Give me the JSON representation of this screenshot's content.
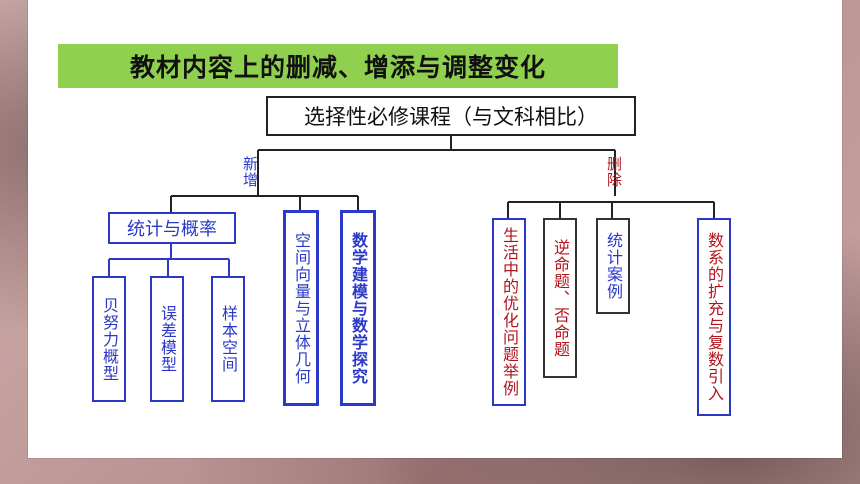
{
  "title": "教材内容上的删减、增添与调整变化",
  "root": "选择性必修课程（与文科相比）",
  "left_branch": {
    "label": "新增",
    "group": {
      "label": "统计与概率",
      "children": [
        "贝努力概型",
        "误差模型",
        "样本空间"
      ]
    },
    "items": [
      "空间向量与立体几何",
      "数学建模与数学探究"
    ]
  },
  "right_branch": {
    "label": "删除",
    "items": [
      "生活中的优化问题举例",
      "逆命题、否命题",
      "统计案例",
      "数系的扩充与复数引入"
    ]
  },
  "colors": {
    "title_bg": "#8fd14f",
    "blue": "#2b39c9",
    "red": "#b0141c"
  }
}
